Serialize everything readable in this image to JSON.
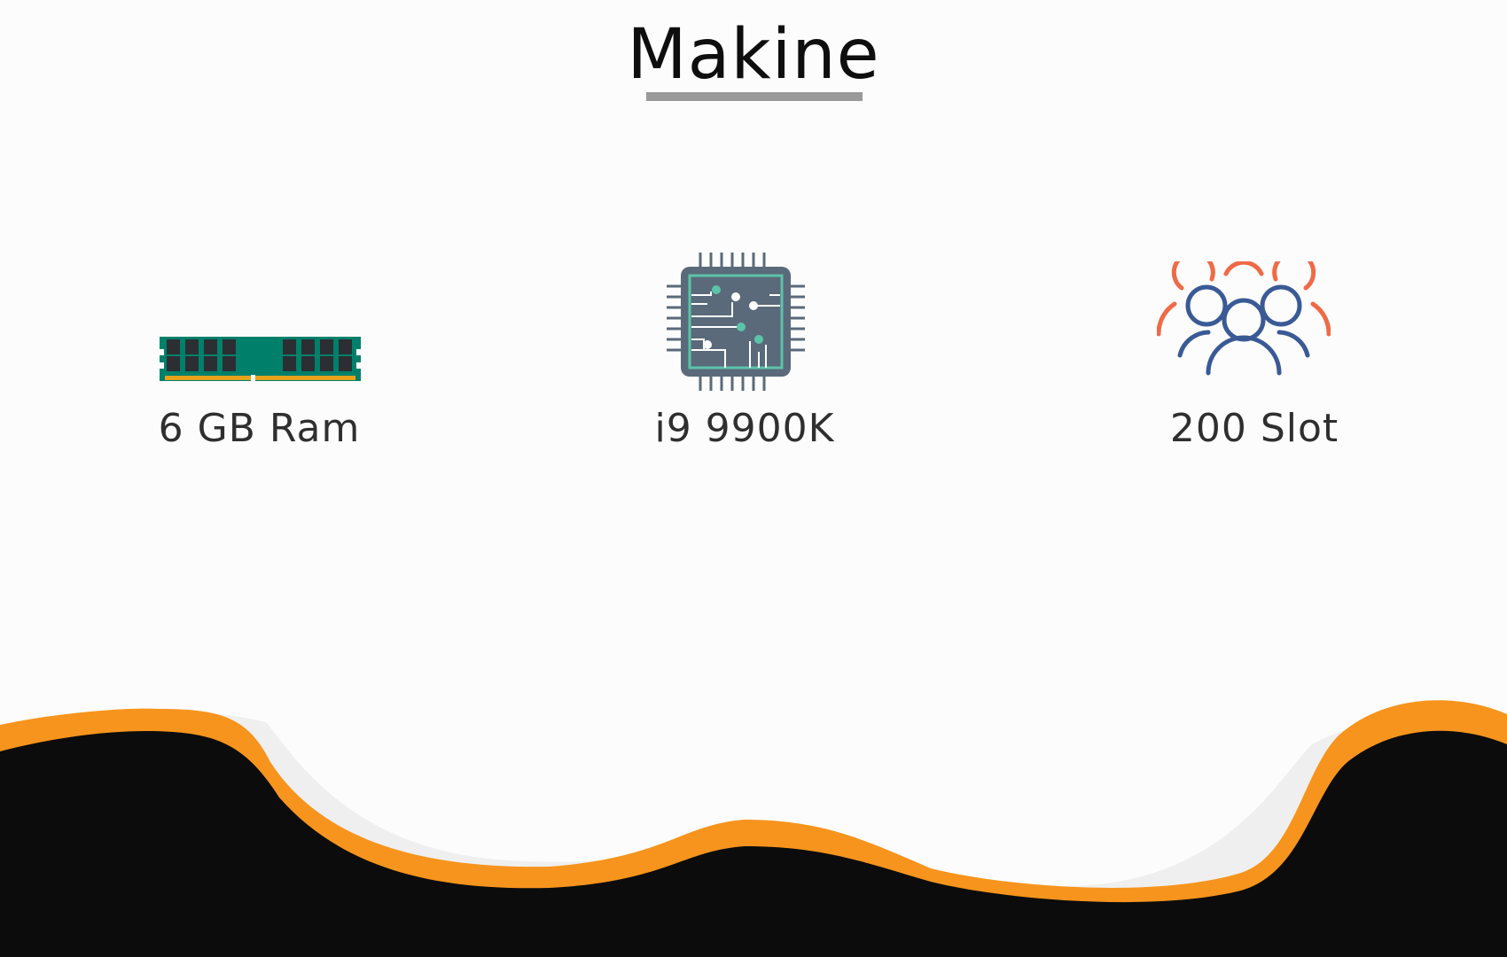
{
  "header": {
    "title": "Makine"
  },
  "features": [
    {
      "icon": "ram-module-icon",
      "label": "6 GB Ram"
    },
    {
      "icon": "cpu-chip-icon",
      "label": "i9 9900K"
    },
    {
      "icon": "users-group-icon",
      "label": "200 Slot"
    }
  ],
  "colors": {
    "accent": "#f7941d",
    "dark": "#0c0c0c",
    "ram_board": "#00806a",
    "chip_body": "#5a6a7a",
    "chip_trace": "#5cc3a8",
    "users_back": "#ef6a46",
    "users_front": "#3a5a96",
    "underline": "#9a9a9a"
  }
}
